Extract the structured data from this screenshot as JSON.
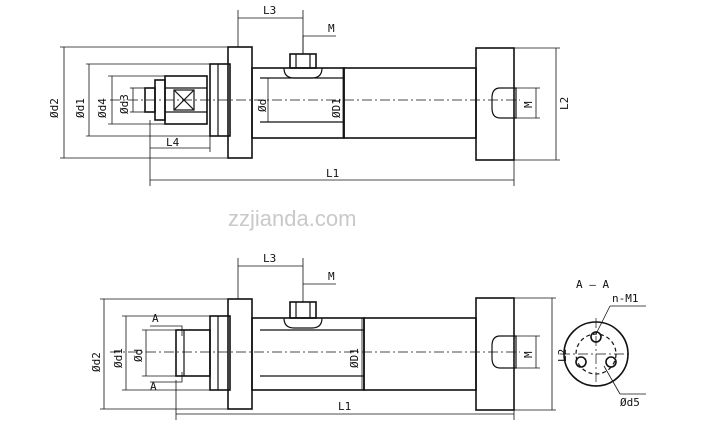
{
  "watermark": "zzjianda.com",
  "top_view": {
    "labels": {
      "L3": "L3",
      "M_top": "M",
      "od2": "Ød2",
      "od1": "Ød1",
      "od4": "Ød4",
      "od3": "Ød3",
      "od": "Ød",
      "oD1": "ØD1",
      "L4": "L4",
      "M_port": "M",
      "L2": "L2",
      "L1": "L1"
    }
  },
  "bottom_view": {
    "labels": {
      "L3": "L3",
      "M_top": "M",
      "od2": "Ød2",
      "od1": "Ød1",
      "od": "Ød",
      "oD1": "ØD1",
      "A_upper": "A",
      "A_lower": "A",
      "M_port": "M",
      "L2": "L2",
      "L1": "L1"
    }
  },
  "section": {
    "title": "A — A",
    "nm1": "n-M1",
    "od5": "Ød5"
  }
}
